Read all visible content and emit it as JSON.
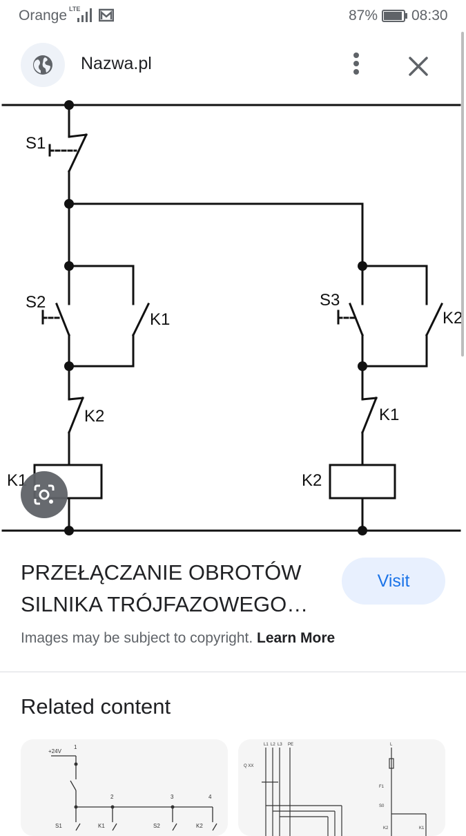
{
  "status_bar": {
    "carrier": "Orange",
    "network": "LTE",
    "battery": "87%",
    "time": "08:30"
  },
  "header": {
    "site_name": "Nazwa.pl",
    "site_icon": "globe-icon",
    "more_icon": "more-vert-icon",
    "close_icon": "close-icon"
  },
  "diagram_labels": {
    "s1": "S1",
    "s2": "S2",
    "s3": "S3",
    "k1_contact_left": "K1",
    "k2_contact_right": "K2",
    "k2_interlock_left": "K2",
    "k1_interlock_right": "K1",
    "k1_coil": "K1",
    "k2_coil": "K2"
  },
  "result": {
    "title_line1": "PRZEŁĄCZANIE OBROTÓW",
    "title_line2": "SILNIKA TRÓJFAZOWEGO…",
    "visit_label": "Visit",
    "copyright_text": "Images may be subject to copyright. ",
    "learn_more": "Learn More"
  },
  "related": {
    "title": "Related content",
    "card1": {
      "supply": "+24V",
      "n1": "1",
      "n2": "2",
      "n3": "3",
      "n4": "4",
      "s1": "S1",
      "k1": "K1",
      "s2": "S2",
      "k2": "K2"
    },
    "card2": {
      "l1": "L1",
      "l2": "L2",
      "l3": "L3",
      "pe": "PE",
      "qxx": "Q XX",
      "l": "L",
      "f1": "F1",
      "s0": "S0",
      "k2": "K2",
      "k1": "K1"
    }
  },
  "lens_icon": "lens-search-icon"
}
